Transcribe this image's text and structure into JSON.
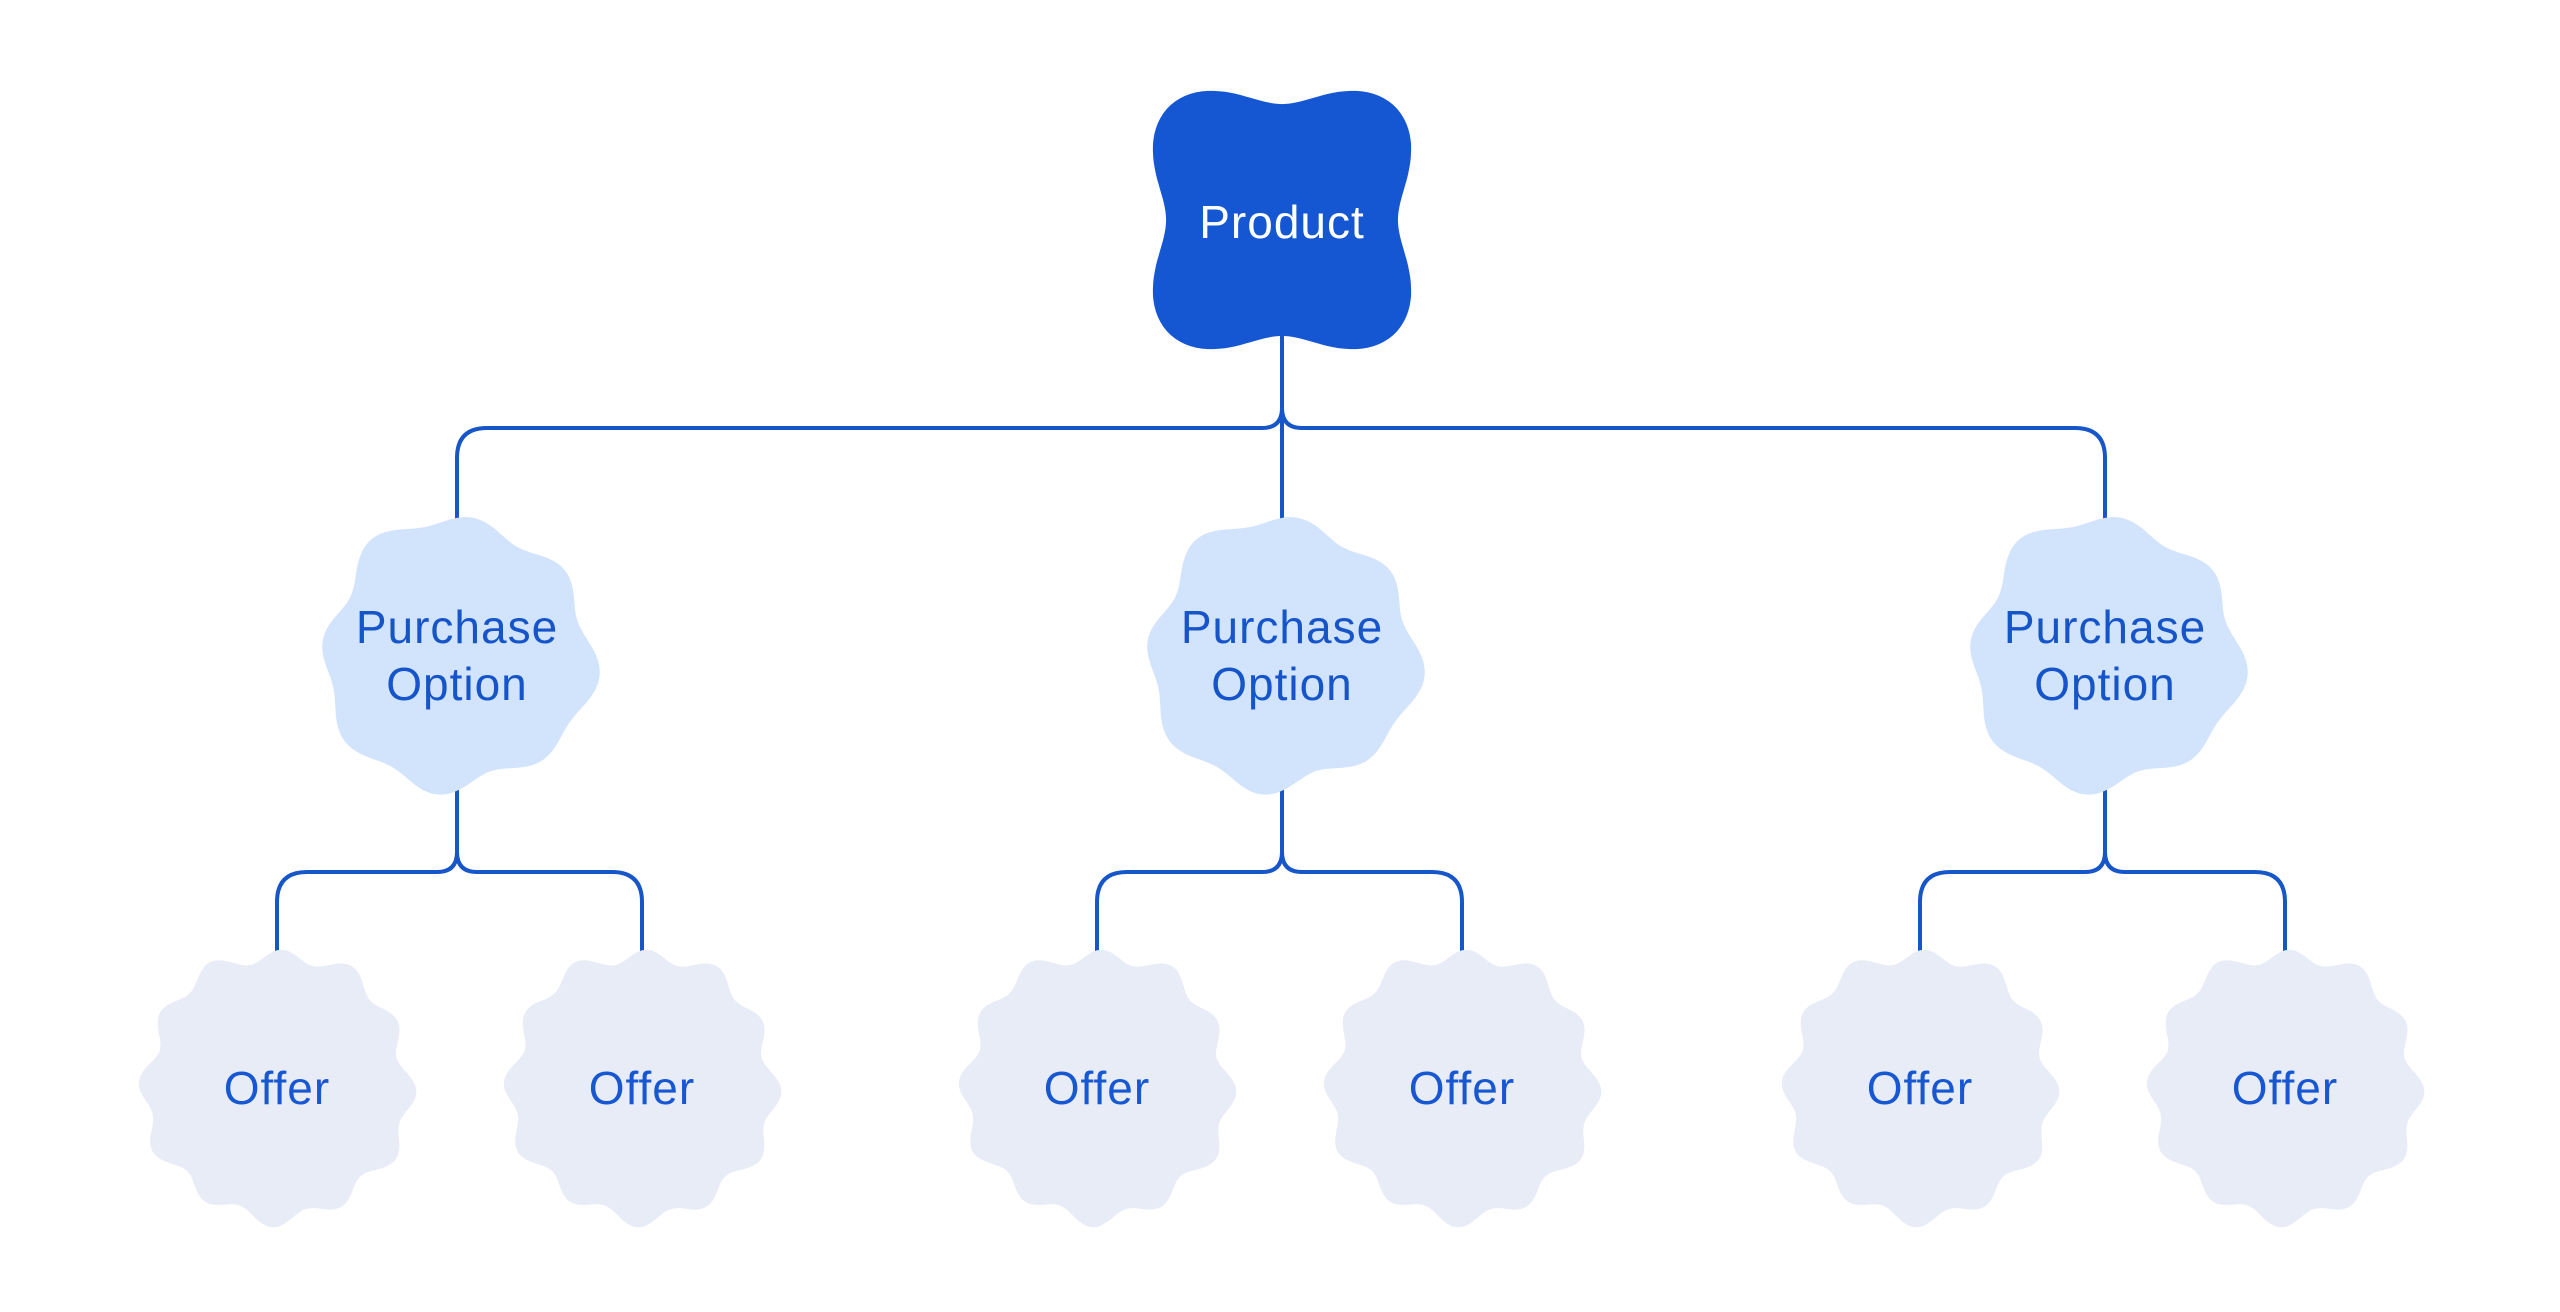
{
  "colors": {
    "background": "#ffffff",
    "product_fill": "#1556d2",
    "product_text": "#ffffff",
    "connector": "#1656c8",
    "purchase_option_fill": "#d2e3fc",
    "purchase_option_text": "#1655c9",
    "offer_fill": "#e8ecf6",
    "offer_text": "#1757d1"
  },
  "diagram": {
    "type": "tree",
    "root": {
      "label": "Product"
    },
    "purchase_options": [
      {
        "label_lines": [
          "Purchase",
          "Option"
        ],
        "offers": [
          {
            "label": "Offer"
          },
          {
            "label": "Offer"
          }
        ]
      },
      {
        "label_lines": [
          "Purchase",
          "Option"
        ],
        "offers": [
          {
            "label": "Offer"
          },
          {
            "label": "Offer"
          }
        ]
      },
      {
        "label_lines": [
          "Purchase",
          "Option"
        ],
        "offers": [
          {
            "label": "Offer"
          },
          {
            "label": "Offer"
          }
        ]
      }
    ]
  }
}
